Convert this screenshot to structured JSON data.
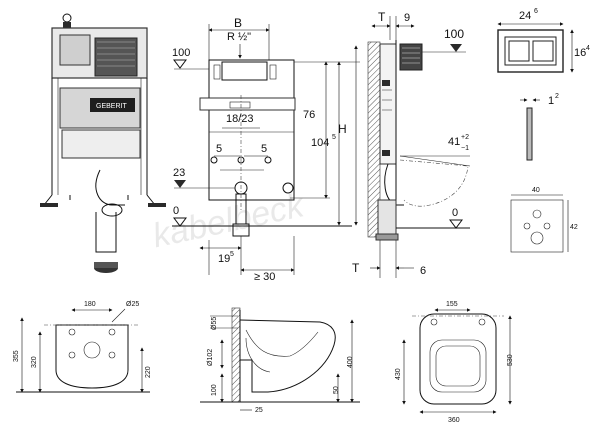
{
  "watermark": "kabelbeck",
  "views": {
    "front_dims": {
      "width": "B",
      "thread": "R ½\"",
      "h76": "76",
      "h104": "104",
      "h104_sup": "5",
      "total": "H",
      "pipe": "18/23",
      "left5": "5",
      "right5": "5",
      "bottom19": "19",
      "bottom19_sup": "5",
      "ge30": "≥ 30",
      "lvl100": "100",
      "lvl23": "23",
      "lvl0": "0"
    },
    "side_dims": {
      "t": "T",
      "nine": "9",
      "lvl100": "100",
      "angle": "41",
      "angle_plus": "+2",
      "angle_minus": "−1",
      "lvl0": "0",
      "six": "6"
    },
    "plate_dims": {
      "width": "24",
      "width_sup": "6",
      "height": "16",
      "height_sup": "4",
      "depth": "1",
      "depth_sup": "2"
    },
    "small_square": {
      "w40": "40",
      "h42": "42"
    },
    "bowl_top": {
      "w180": "180",
      "d25": "Ø25",
      "h355": "355",
      "h320": "320",
      "h220": "220"
    },
    "bowl_side": {
      "d55": "Ø55",
      "d102": "Ø102",
      "h100": "100",
      "h50": "50",
      "h400": "400",
      "w25": "25"
    },
    "bowl_plan": {
      "w155": "155",
      "h430": "430",
      "h530": "530",
      "w360": "360"
    }
  }
}
